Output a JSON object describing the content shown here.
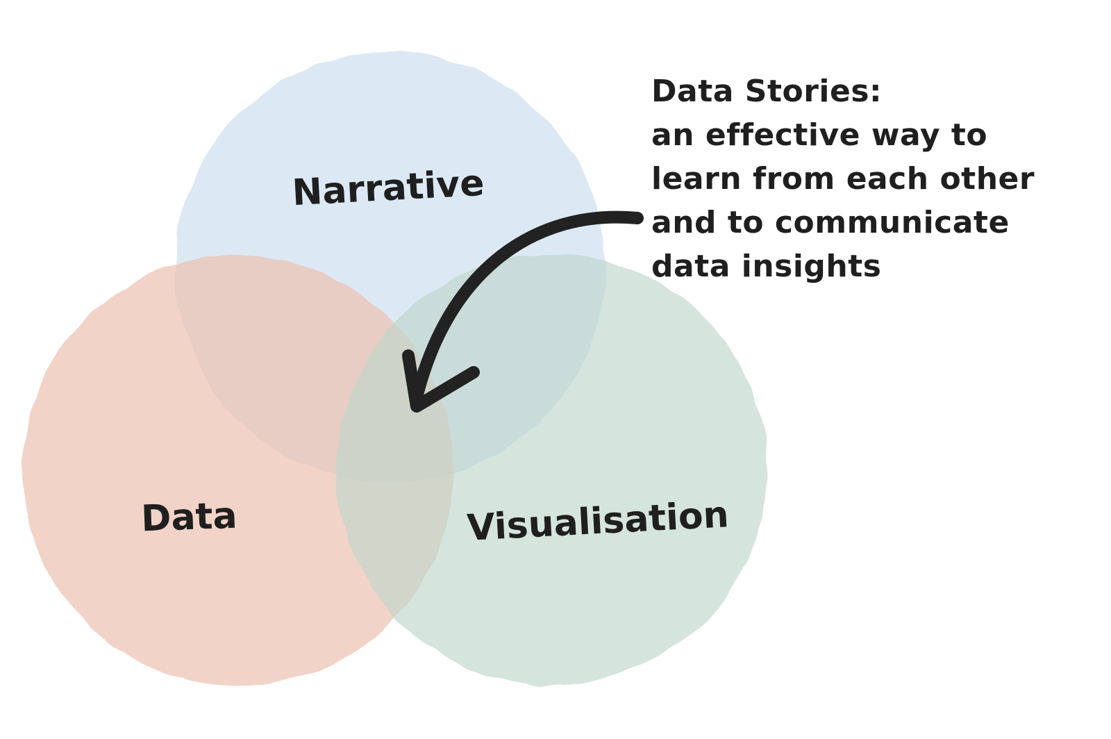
{
  "diagram": {
    "circles": [
      {
        "id": "narrative",
        "label": "Narrative",
        "color": "#cfe0f1"
      },
      {
        "id": "data",
        "label": "Data",
        "color": "#edc2b1"
      },
      {
        "id": "visualisation",
        "label": "Visualisation",
        "color": "#bfd6cb"
      }
    ],
    "annotation": {
      "lines": [
        "Data Stories:",
        "an effective way to",
        "learn from each other",
        "and to communicate",
        "data insights"
      ]
    },
    "arrow_color": "#222222"
  }
}
